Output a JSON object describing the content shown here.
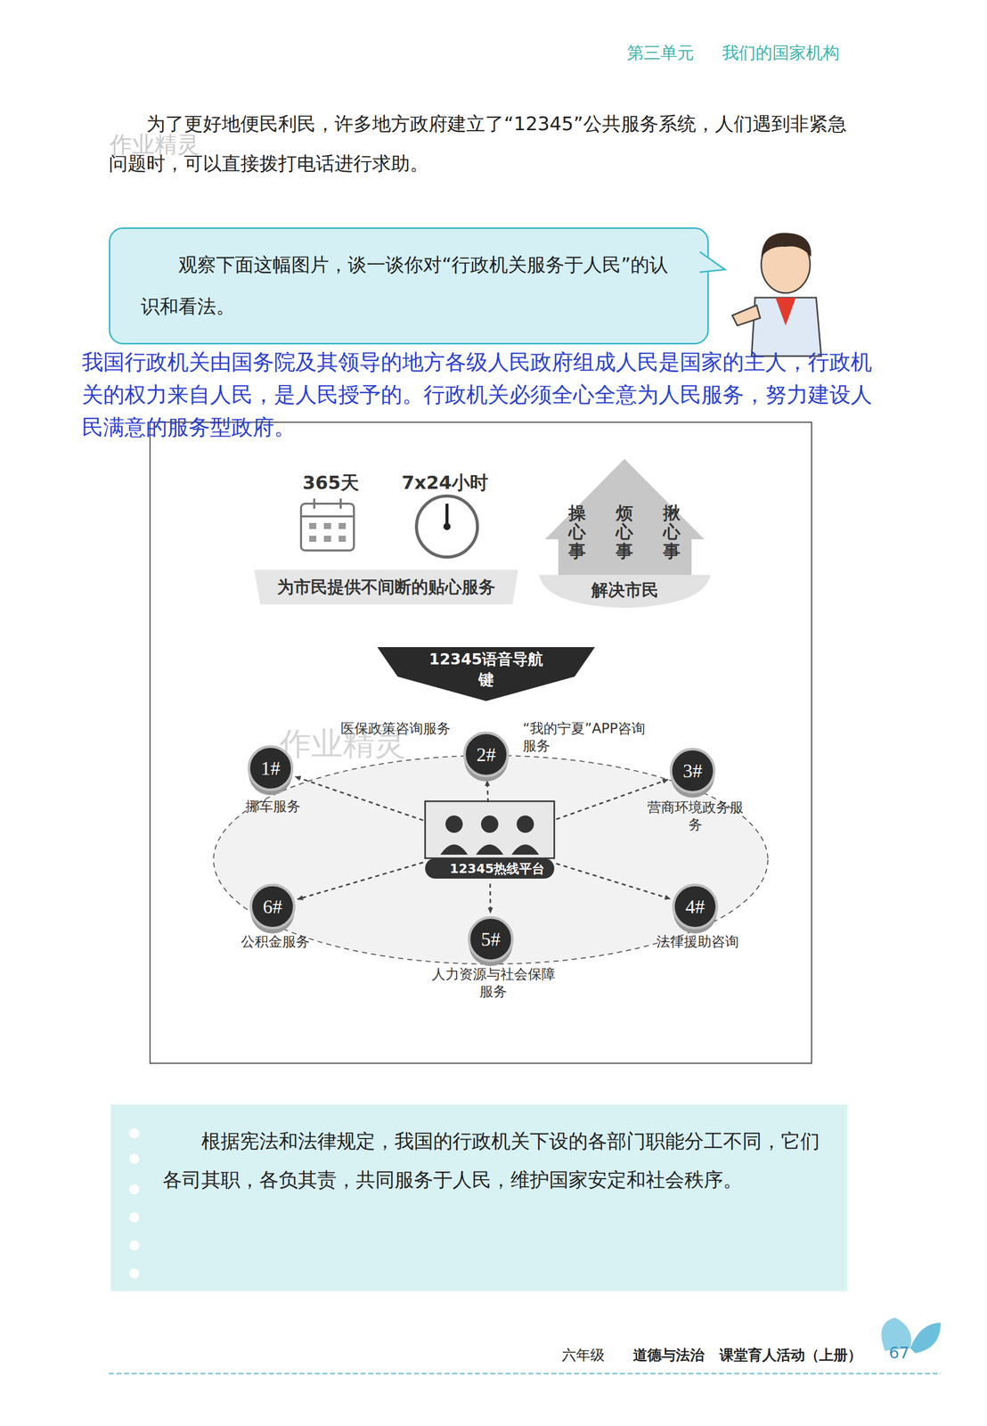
{
  "diagram": {
    "nodes": [
      {
        "text": [
          "观察下面这幅图片，谈一谈你对“行政机关服务于人民”的认识和看法。"
        ]
      },
      {
        "text": [
          "为市民提供不间断的贴心服务"
        ]
      },
      {
        "text": [
          "解决市民"
        ]
      },
      {
        "text": [
          "操心事"
        ],
        "in": 2
      },
      {
        "text": [
          "烦心事"
        ],
        "in": 2
      },
      {
        "text": [
          "揪心事"
        ],
        "in": 2
      },
      {
        "text": [
          "12345语音导航键"
        ]
      },
      {
        "text": [
          "12345热线平台"
        ]
      },
      {
        "text": [
          "2#",
          "医保政策咨询服务",
          "“我的宁夏”APP咨询服务"
        ]
      },
      {
        "text": [
          "1#",
          "挪车服务"
        ]
      },
      {
        "text": [
          "3#",
          "营商环境政务服务"
        ]
      },
      {
        "text": [
          "6#",
          "公积金服务"
        ]
      },
      {
        "text": [
          "4#",
          "法律援助咨询"
        ]
      },
      {
        "text": [
          "5#",
          "人力资源与社会保障服务"
        ]
      },
      {
        "text": [
          "根据宪法和法律规定，我国的行政机关下设的各部门职能分工不同，它们各司其职，各负其责，共同服务于人民，维护国家安定和社会秩序。"
        ]
      }
    ],
    "edges": [
      {
        "from": 7,
        "to": 8,
        "arrow": "to"
      },
      {
        "from": 7,
        "to": 9,
        "arrow": "to"
      },
      {
        "from": 7,
        "to": 10,
        "arrow": "to"
      },
      {
        "from": 7,
        "to": 11,
        "arrow": "to"
      },
      {
        "from": 7,
        "to": 12,
        "arrow": "to"
      },
      {
        "from": 7,
        "to": 13,
        "arrow": "to"
      }
    ],
    "labels": [
      "第三单元",
      "我们的国家机构",
      "为了更好地便民利民，许多地方政府建立了“12345”公共服务系统，人们遇到非紧急问题时，可以直接拨打电话进行求助。",
      "我国行政机关由国务院及其领导的地方各级人民政府组成人民是国家的主人，行政机关的权力来自人民，是人民授予的。行政机关必须全心全意为人民服务，努力建设人民满意的服务型政府。",
      "365天",
      "7x24小时",
      "24",
      "作业精灵",
      "作业精灵",
      "六年级",
      "道德与法治",
      "课堂育人活动（上册）",
      "67"
    ]
  }
}
